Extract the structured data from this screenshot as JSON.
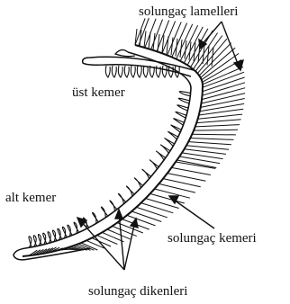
{
  "labels": {
    "gill_lamellae": "solungaç lamelleri",
    "upper_limb": "üst kemer",
    "lower_limb": "alt kemer",
    "gill_arch": "solungaç kemeri",
    "gill_rakers": "solungaç dikenleri"
  },
  "colors": {
    "ink": "#111111",
    "background": "#ffffff"
  }
}
